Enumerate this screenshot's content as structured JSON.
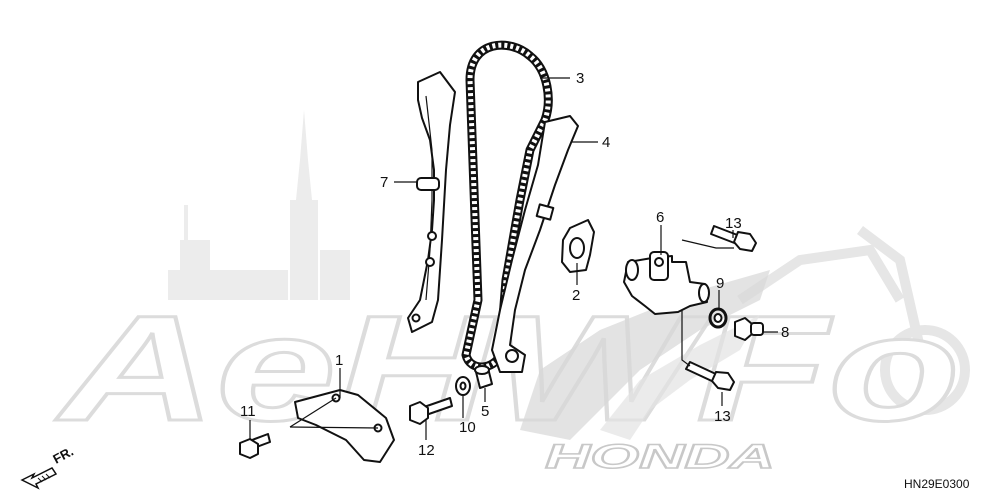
{
  "diagram": {
    "code": "HN29E0300",
    "direction_label": "FR.",
    "watermark_text": "AeHWFo",
    "watermark_logo": "HONDA",
    "watermark_color": "#e3e3e3"
  },
  "callouts": [
    {
      "number": "1",
      "part": "chain-guide-cover"
    },
    {
      "number": "2",
      "part": "tensioner-gasket"
    },
    {
      "number": "3",
      "part": "cam-chain"
    },
    {
      "number": "4",
      "part": "cam-chain-guide"
    },
    {
      "number": "5",
      "part": "collar"
    },
    {
      "number": "6",
      "part": "cam-chain-tensioner-lifter"
    },
    {
      "number": "7",
      "part": "cam-chain-tensioner-arm"
    },
    {
      "number": "8",
      "part": "sealing-bolt"
    },
    {
      "number": "9",
      "part": "washer"
    },
    {
      "number": "10",
      "part": "o-ring"
    },
    {
      "number": "11",
      "part": "flange-bolt"
    },
    {
      "number": "12",
      "part": "pivot-bolt"
    },
    {
      "number": "13",
      "part": "flange-bolt"
    },
    {
      "number": "13",
      "part": "flange-bolt"
    }
  ]
}
